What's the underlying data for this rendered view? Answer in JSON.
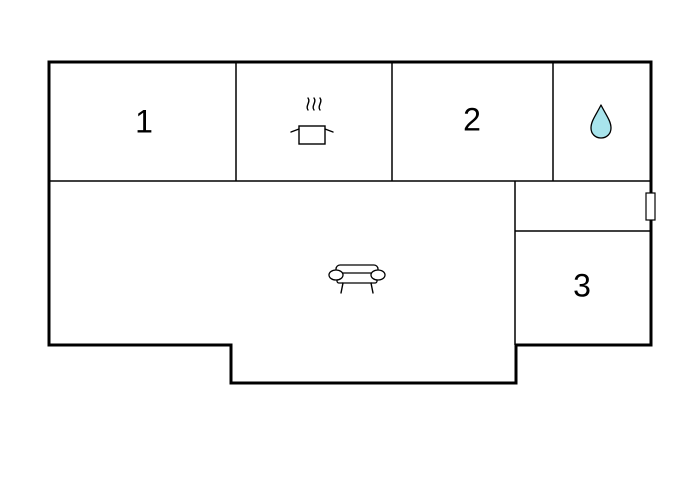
{
  "rooms": {
    "bedroom_1": {
      "label": "1"
    },
    "bedroom_2": {
      "label": "2"
    },
    "bedroom_3": {
      "label": "3"
    }
  },
  "icons": {
    "kitchen": "cooking-pot-icon",
    "bathroom": "water-drop-icon",
    "living_room": "sofa-icon"
  },
  "colors": {
    "wall": "#000000",
    "water_drop_fill": "#a8e4ec",
    "background": "#ffffff"
  }
}
